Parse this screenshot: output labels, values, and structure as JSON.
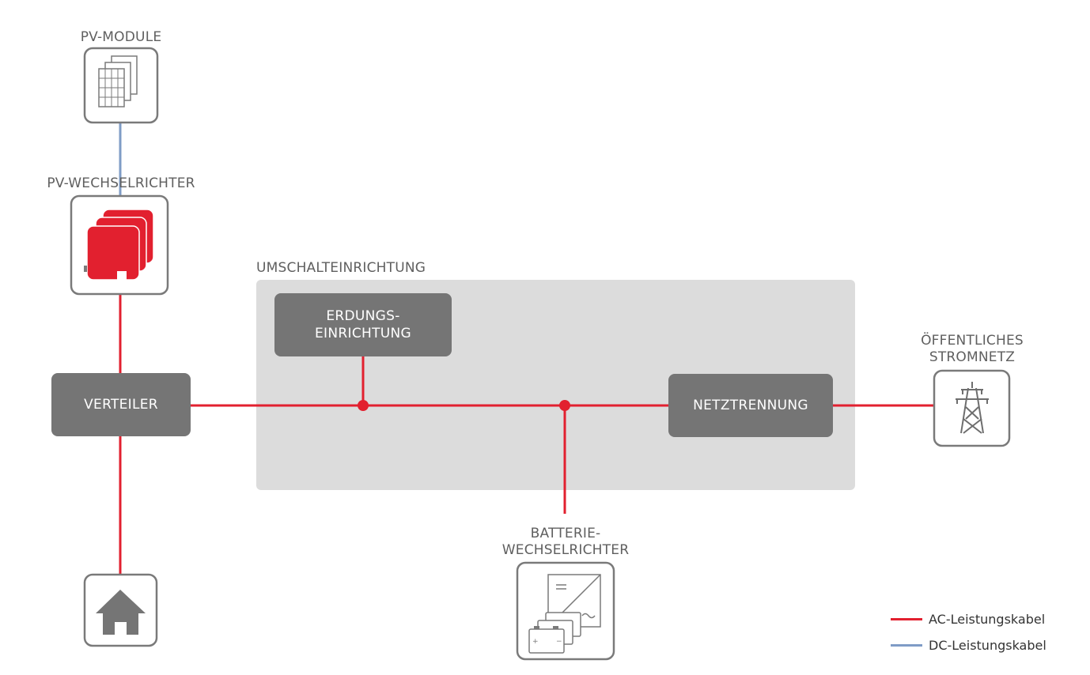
{
  "labels": {
    "pv_modules": "PV-MODULE",
    "pv_inverter": "PV-WECHSELRICHTER",
    "switch_device": "UMSCHALTEINRICHTUNG",
    "public_grid_line1": "ÖFFENTLICHES",
    "public_grid_line2": "STROMNETZ",
    "battery_inverter_line1": "BATTERIE-",
    "battery_inverter_line2": "WECHSELRICHTER"
  },
  "boxes": {
    "distributor": "VERTEILER",
    "grounding_line1": "ERDUNGS-",
    "grounding_line2": "EINRICHTUNG",
    "grid_separation": "NETZTRENNUNG"
  },
  "legend": {
    "ac": "AC-Leistungskabel",
    "dc": "DC-Leistungskabel"
  },
  "colors": {
    "ac_cable": "#e2202f",
    "dc_cable": "#7f9cc6",
    "box_fill": "#757575",
    "region_fill": "#dcdcdc",
    "icon_border": "#7a7a7a",
    "inverter_red": "#e2202f"
  },
  "icons": {
    "pv_modules": "solar-panel-icon",
    "pv_inverter": "inverter-icon",
    "house": "house-icon",
    "grid": "power-tower-icon",
    "battery_inverter": "battery-inverter-icon"
  }
}
